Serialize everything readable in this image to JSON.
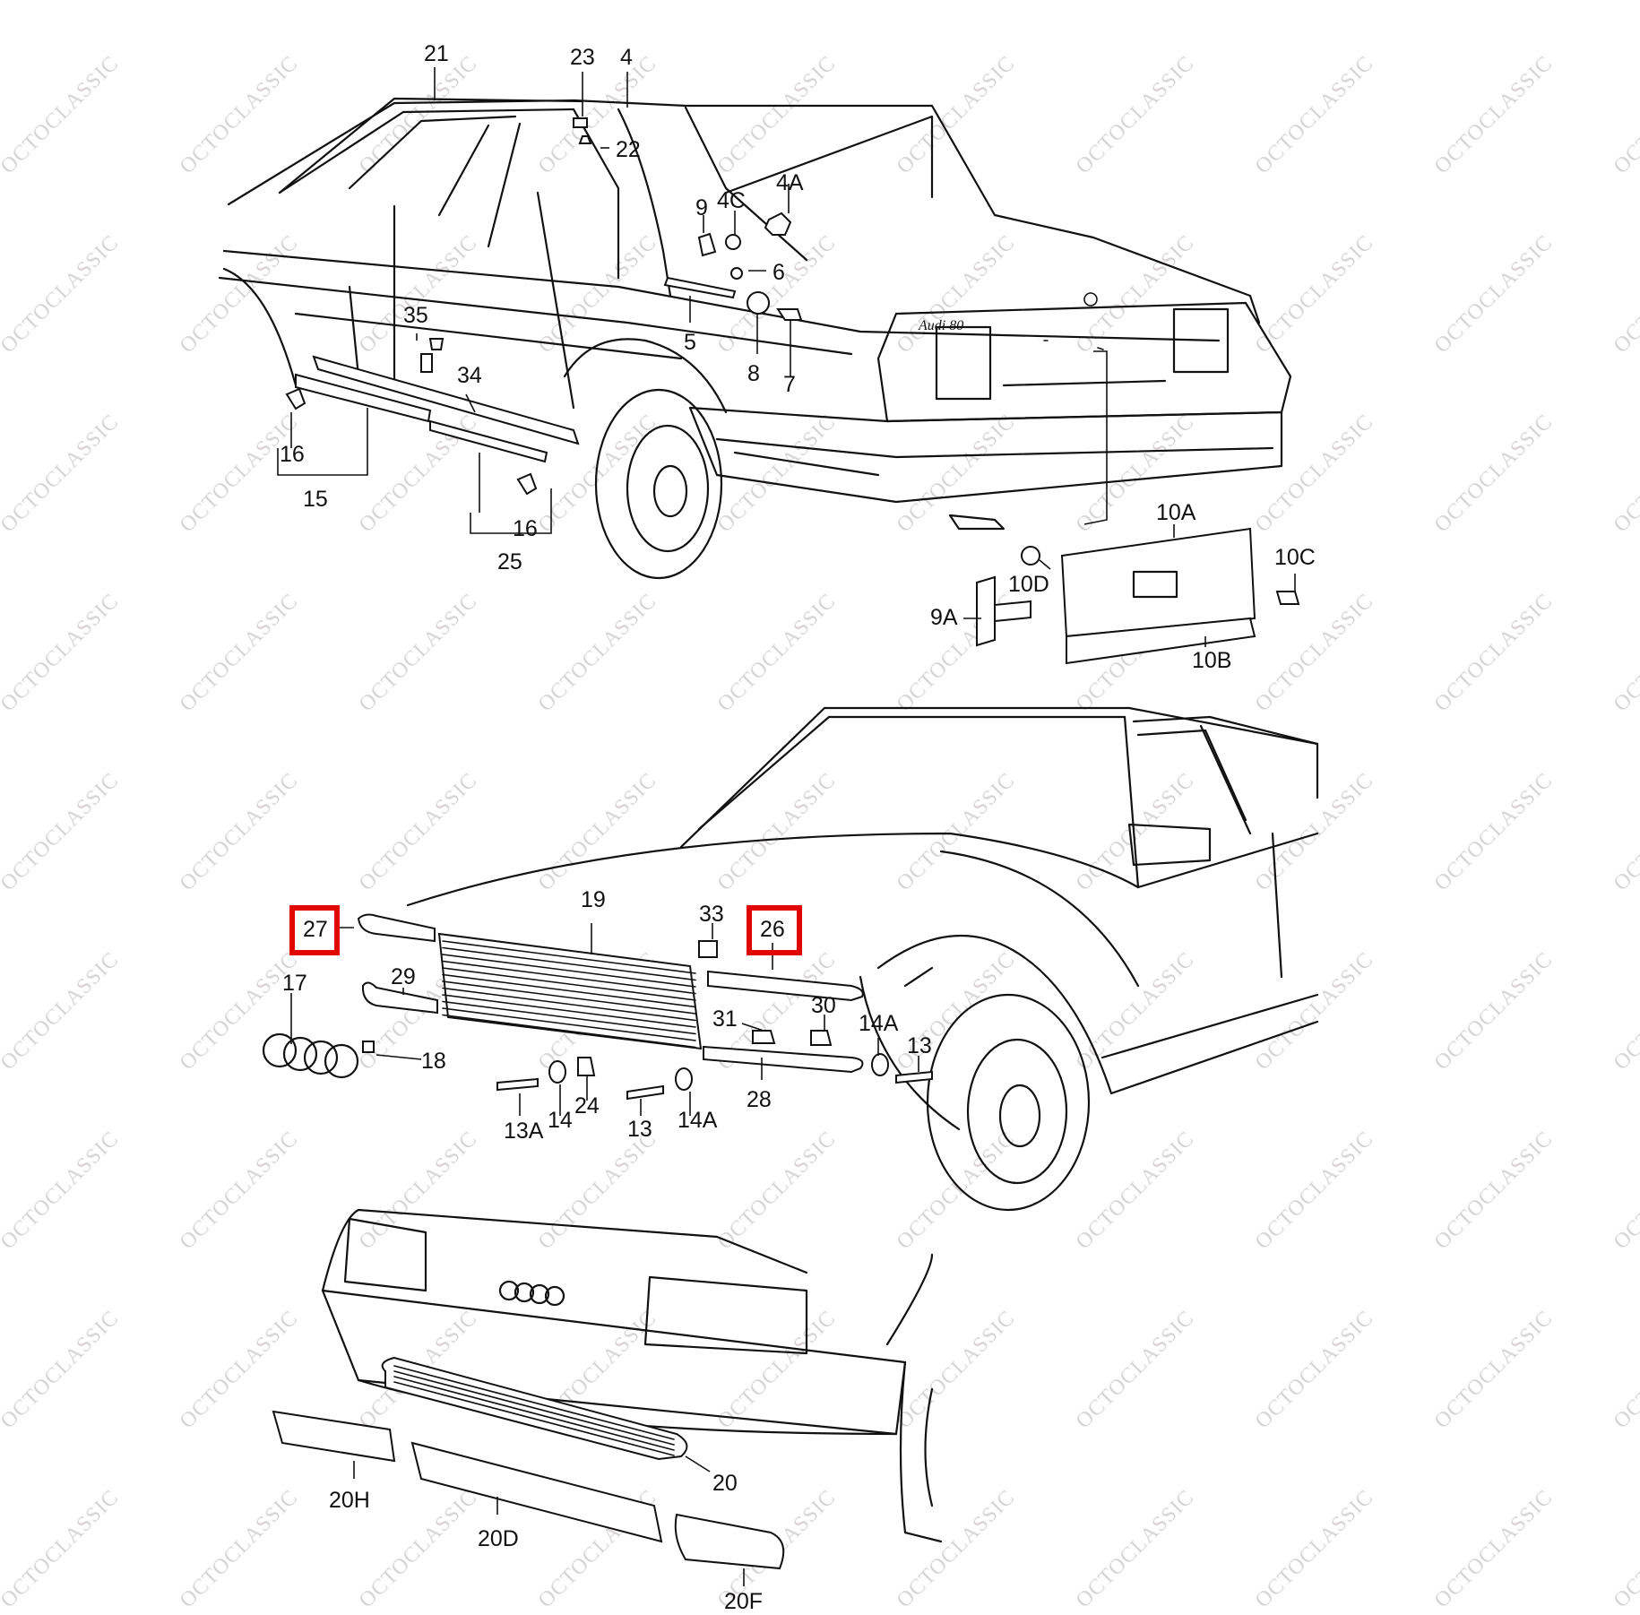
{
  "watermark": "OCTOCLASSIC",
  "badge_text": "Audi 80",
  "highlight_color": "#e10600",
  "line_color": "#111111",
  "labels": {
    "p21": "21",
    "p23": "23",
    "p4": "4",
    "p22": "22",
    "p4c": "4C",
    "p4a_top": "4A",
    "p9": "9",
    "p6": "6",
    "p5": "5",
    "p8": "8",
    "p7": "7",
    "p35": "35",
    "p34": "34",
    "p16a": "16",
    "p15": "15",
    "p16b": "16",
    "p25": "25",
    "p10a": "10A",
    "p10d": "10D",
    "p10c": "10C",
    "p9a": "9A",
    "p10b": "10B",
    "p27": "27",
    "p19": "19",
    "p33": "33",
    "p26": "26",
    "p17": "17",
    "p29": "29",
    "p31": "31",
    "p30": "30",
    "p14a_r": "14A",
    "p13_r": "13",
    "p18": "18",
    "p28": "28",
    "p13a": "13A",
    "p14": "14",
    "p24": "24",
    "p13": "13",
    "p14a": "14A",
    "p20": "20",
    "p20h": "20H",
    "p20d": "20D",
    "p20f": "20F"
  },
  "highlighted": [
    "27",
    "26"
  ]
}
